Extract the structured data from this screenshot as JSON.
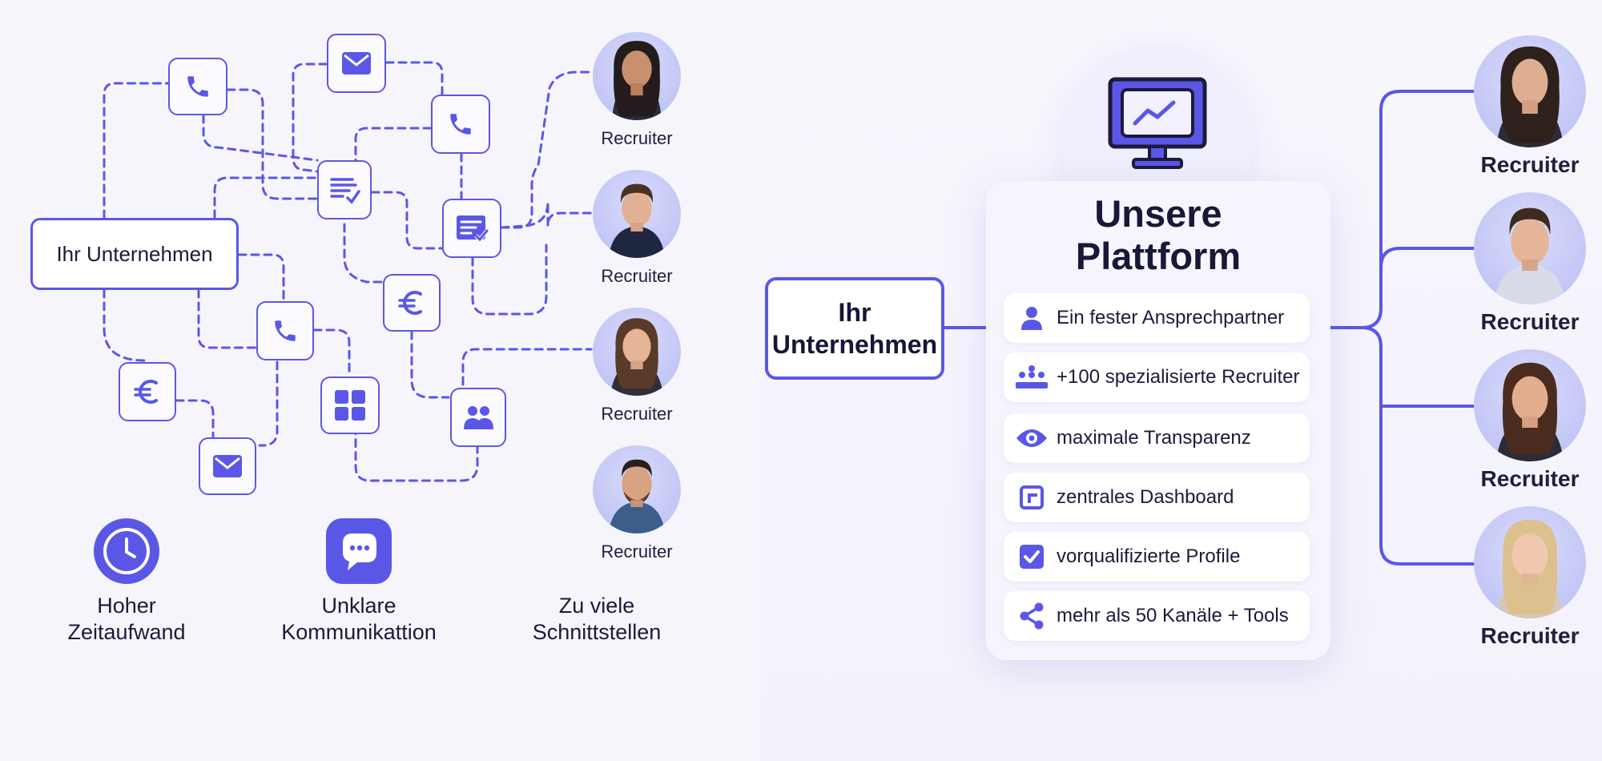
{
  "left": {
    "company_label": "Ihr Unternehmen",
    "recruiter_labels": [
      "Recruiter",
      "Recruiter",
      "Recruiter",
      "Recruiter"
    ],
    "pain_points": [
      {
        "label": "Hoher\nZeitaufwand",
        "icon": "clock-icon"
      },
      {
        "label": "Unklare\nKommunikattion",
        "icon": "chat-icon"
      },
      {
        "label": "Zu viele\nSchnittstellen",
        "icon": ""
      }
    ],
    "node_icons": [
      "phone-icon",
      "mail-icon",
      "phone-icon",
      "document-icon",
      "invoice-icon",
      "euro-icon",
      "phone-icon",
      "euro-icon",
      "grid-icon",
      "team-icon",
      "mail-icon"
    ]
  },
  "right": {
    "company_label_line1": "Ihr",
    "company_label_line2": "Unternehmen",
    "platform_title_line1": "Unsere",
    "platform_title_line2": "Plattform",
    "platform_icon": "monitor-chart-icon",
    "features": [
      {
        "label": "Ein fester Ansprechpartner",
        "icon": "person-icon"
      },
      {
        "label": "+100 spezialisierte Recruiter",
        "icon": "group-icon"
      },
      {
        "label": "maximale Transparenz",
        "icon": "eye-icon"
      },
      {
        "label": "zentrales Dashboard",
        "icon": "dashboard-icon"
      },
      {
        "label": "vorqualifizierte Profile",
        "icon": "checkbox-icon"
      },
      {
        "label": "mehr als 50 Kanäle + Tools",
        "icon": "share-icon"
      }
    ],
    "recruiter_labels": [
      "Recruiter",
      "Recruiter",
      "Recruiter",
      "Recruiter"
    ]
  },
  "colors": {
    "accent": "#5b57e6",
    "background": "#f6f5fc",
    "text": "#16163a"
  }
}
